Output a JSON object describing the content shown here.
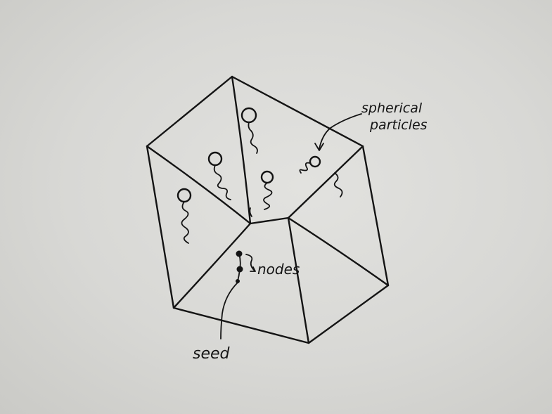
{
  "labels": {
    "particles_line1": "spherical",
    "particles_line2": "particles",
    "nodes": "nodes",
    "seed": "seed"
  }
}
